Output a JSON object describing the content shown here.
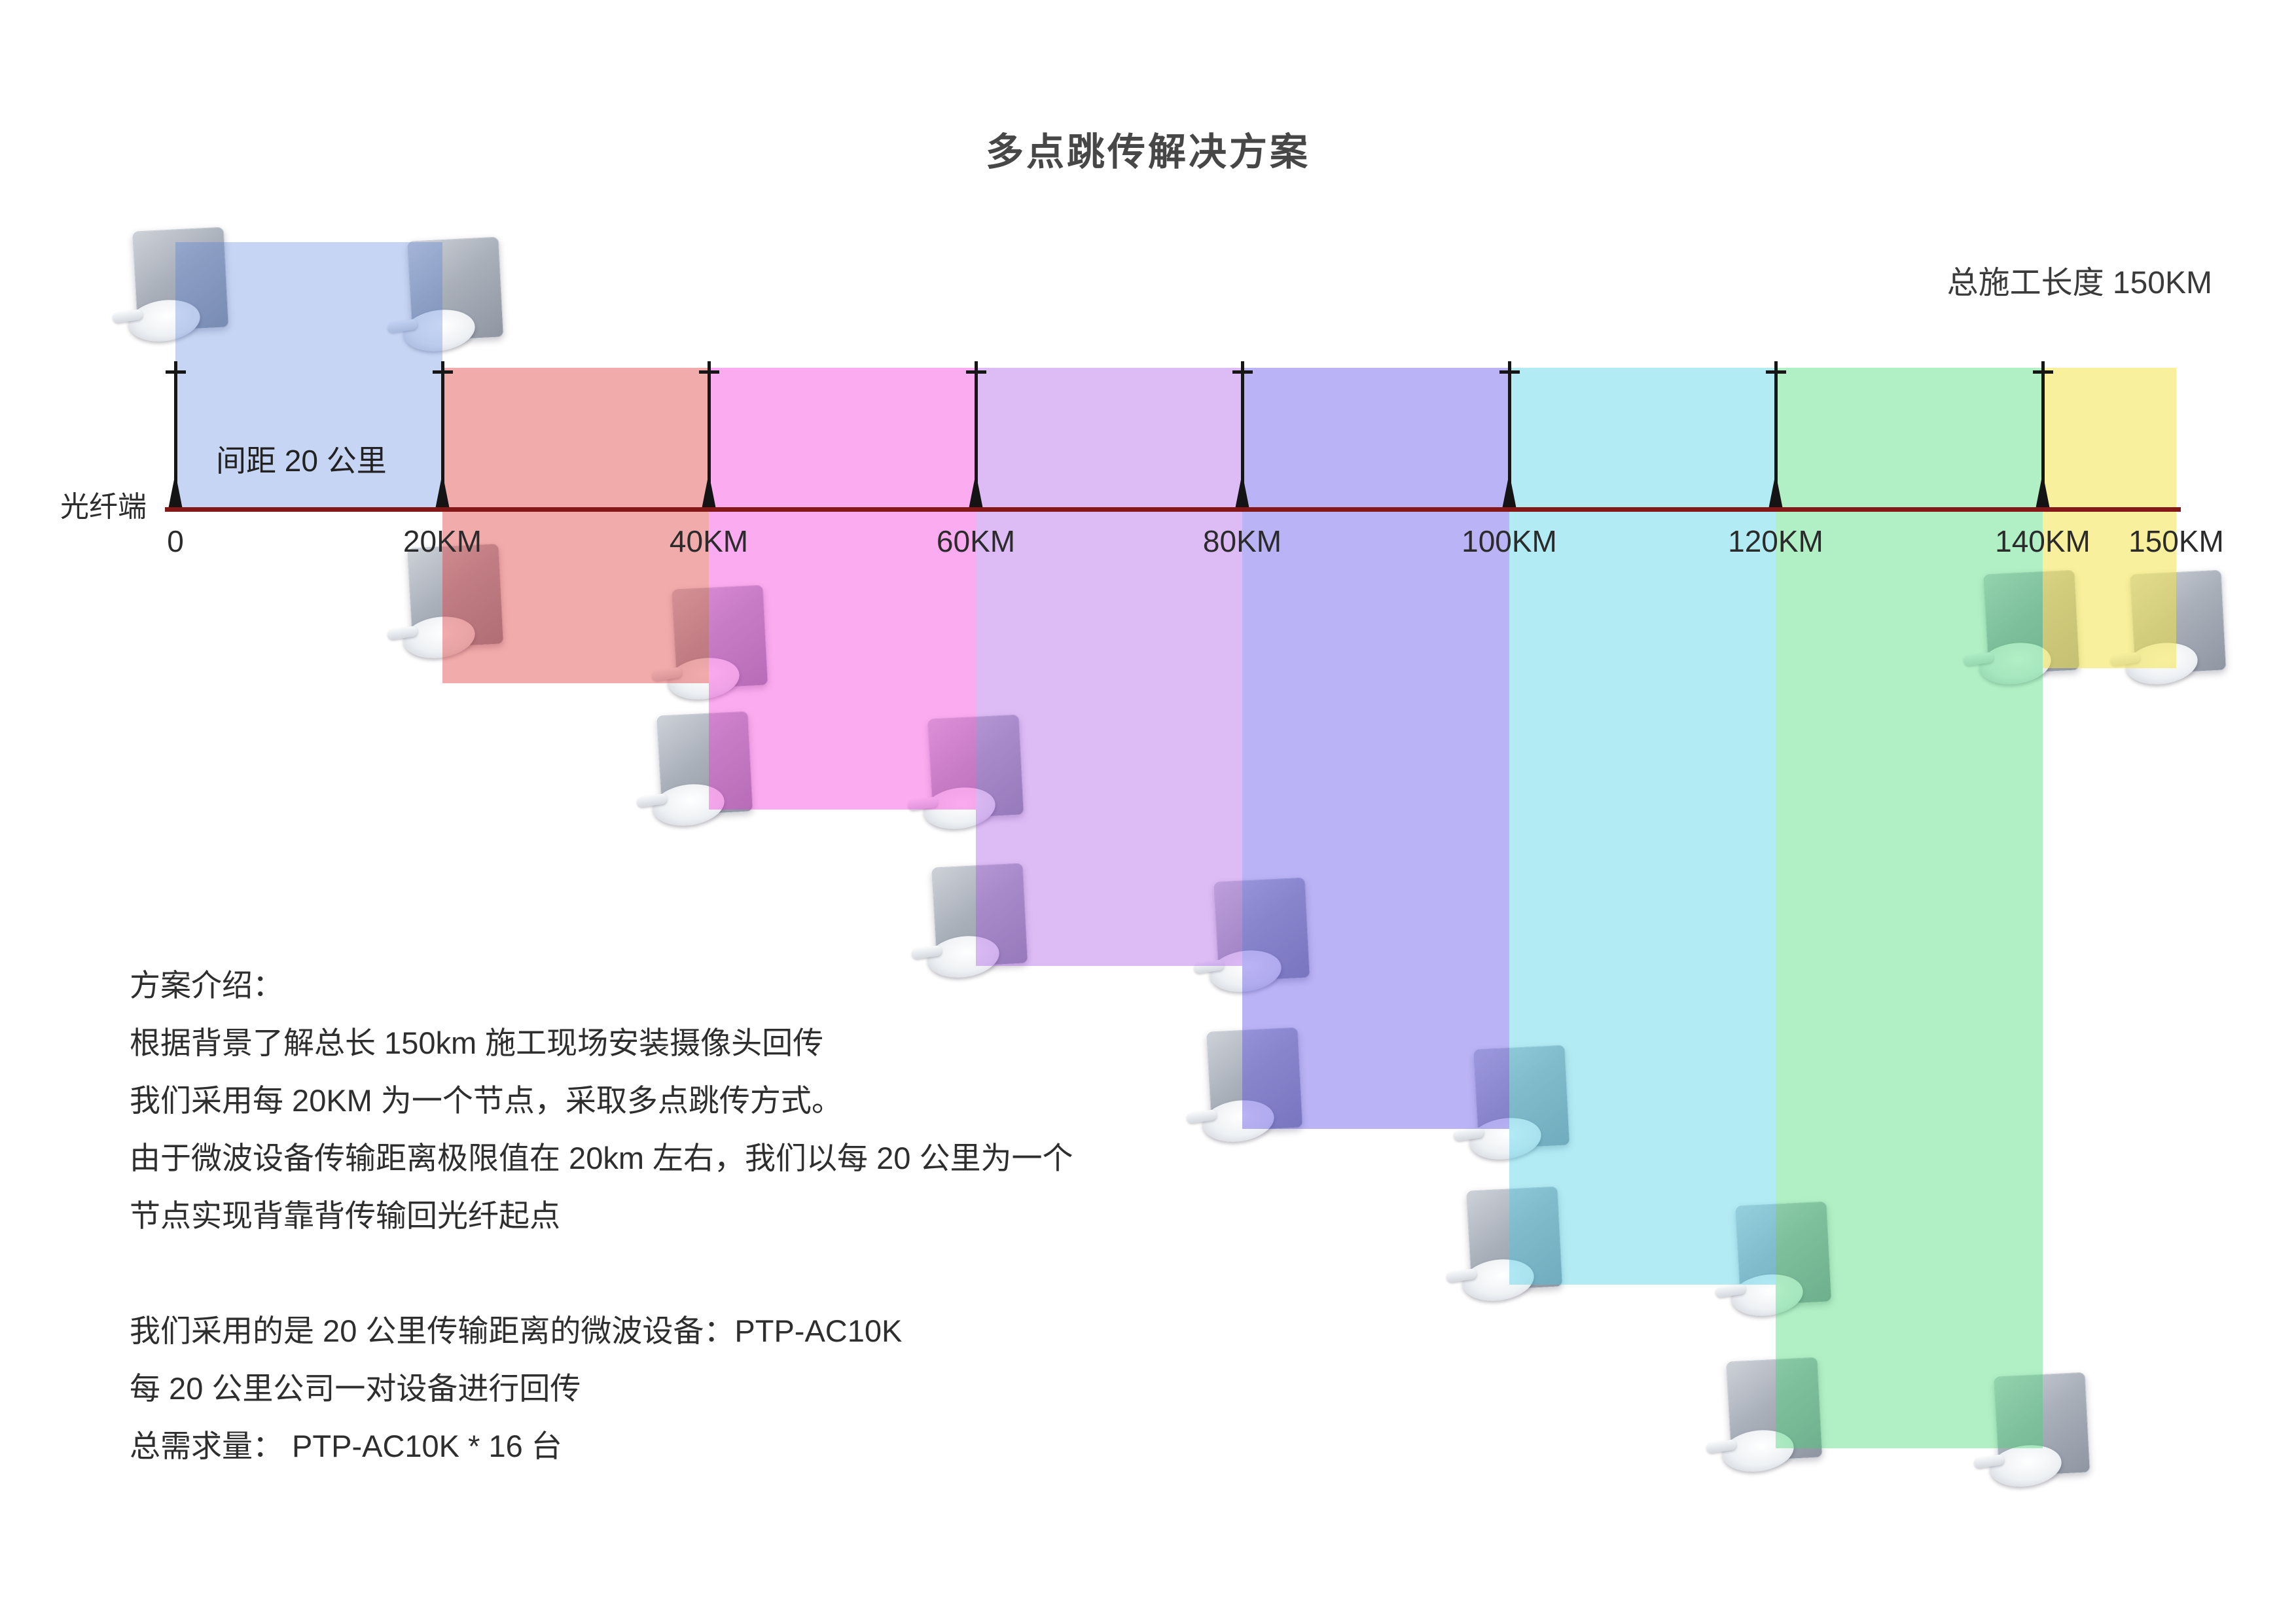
{
  "title": "多点跳传解决方案",
  "header": {
    "total_length_label": "总施工长度 150KM"
  },
  "axis": {
    "fiber_end_label": "光纤端",
    "spacing_label": "间距 20 公里",
    "tick_labels": [
      "0",
      "20KM",
      "40KM",
      "60KM",
      "80KM",
      "100KM",
      "120KM",
      "140KM",
      "150KM"
    ],
    "total_length_km": 150
  },
  "segments": [
    {
      "label": "0-20KM",
      "from_km": 0,
      "to_km": 20,
      "color": "rgba(70,115,220,0.30)"
    },
    {
      "label": "20-40KM",
      "from_km": 20,
      "to_km": 40,
      "color": "rgba(225,55,55,0.42)"
    },
    {
      "label": "40-60KM",
      "from_km": 40,
      "to_km": 60,
      "color": "rgba(245,45,215,0.40)"
    },
    {
      "label": "60-80KM",
      "from_km": 60,
      "to_km": 80,
      "color": "rgba(165,75,230,0.38)"
    },
    {
      "label": "80-100KM",
      "from_km": 80,
      "to_km": 100,
      "color": "rgba(90,75,230,0.42)"
    },
    {
      "label": "100-120KM",
      "from_km": 100,
      "to_km": 120,
      "color": "rgba(65,205,230,0.40)"
    },
    {
      "label": "120-140KM",
      "from_km": 120,
      "to_km": 140,
      "color": "rgba(60,215,110,0.40)"
    },
    {
      "label": "140-150KM",
      "from_km": 140,
      "to_km": 150,
      "color": "rgba(242,228,75,0.55)"
    }
  ],
  "devices": {
    "model": "PTP-AC10K",
    "count": 16
  },
  "description": {
    "heading": "方案介绍：",
    "paragraph1": [
      "根据背景了解总长 150km 施工现场安装摄像头回传",
      "我们采用每 20KM 为一个节点，采取多点跳传方式。",
      "由于微波设备传输距离极限值在 20km 左右，我们以每 20 公里为一个",
      "节点实现背靠背传输回光纤起点"
    ],
    "paragraph2": [
      "我们采用的是 20 公里传输距离的微波设备：PTP-AC10K",
      "每 20 公里公司一对设备进行回传",
      "总需求量： PTP-AC10K * 16 台"
    ]
  }
}
